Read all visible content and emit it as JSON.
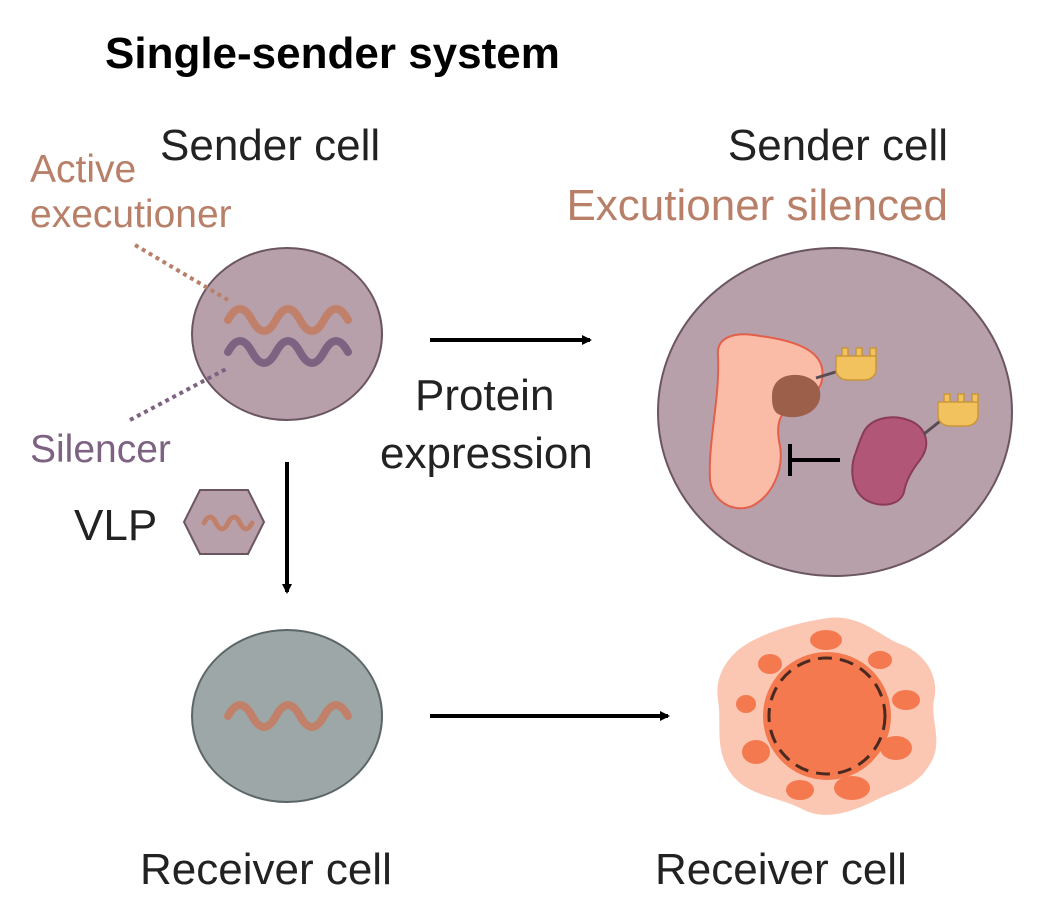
{
  "title": "Single-sender system",
  "left_sender": {
    "label": "Sender cell",
    "executioner_line1": "Active",
    "executioner_line2": "executioner",
    "silencer_label": "Silencer"
  },
  "vlp_label": "VLP",
  "process": {
    "line1": "Protein",
    "line2": "expression"
  },
  "right_sender": {
    "label": "Sender cell",
    "status": "Excutioner silenced"
  },
  "left_receiver": {
    "label": "Receiver cell"
  },
  "right_receiver": {
    "label": "Receiver cell"
  },
  "colors": {
    "executioner": "#c0806a",
    "silencer": "#7d6282",
    "sender_cell_fill": "#b8a0ab",
    "receiver_cell_fill": "#9ea7a7",
    "dying_cell_fill": "#f5794f",
    "dying_cell_halo": "#fbc7b3"
  }
}
